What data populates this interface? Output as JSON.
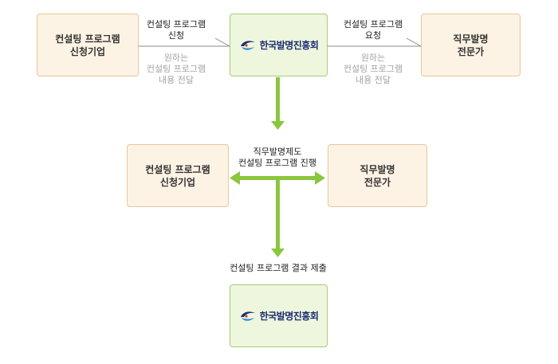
{
  "boxes": {
    "top_left": {
      "line1": "컨설팅 프로그램",
      "line2": "신청기업"
    },
    "top_right": {
      "line1": "직무발명",
      "line2": "전문가"
    },
    "mid_left": {
      "line1": "컨설팅 프로그램",
      "line2": "신청기업"
    },
    "mid_right": {
      "line1": "직무발명",
      "line2": "전문가"
    },
    "org_name": "한국발명진흥회"
  },
  "labels": {
    "apply_top": {
      "line1": "컨설팅 프로그램",
      "line2": "신청"
    },
    "apply_bottom": {
      "line1": "원하는",
      "line2": "컨설팅 프로그램",
      "line3": "내용 전달"
    },
    "request_top": {
      "line1": "컨설팅 프로그램",
      "line2": "요청"
    },
    "request_bottom": {
      "line1": "원하는",
      "line2": "컨설팅 프로그램",
      "line3": "내용 전달"
    },
    "progress": {
      "line1": "직무발명제도",
      "line2": "컨설팅 프로그램 진행"
    },
    "result": "컨설팅 프로그램  결과 제출"
  },
  "colors": {
    "arrow": "#8cc63e",
    "org_text": "#1b2d73"
  }
}
